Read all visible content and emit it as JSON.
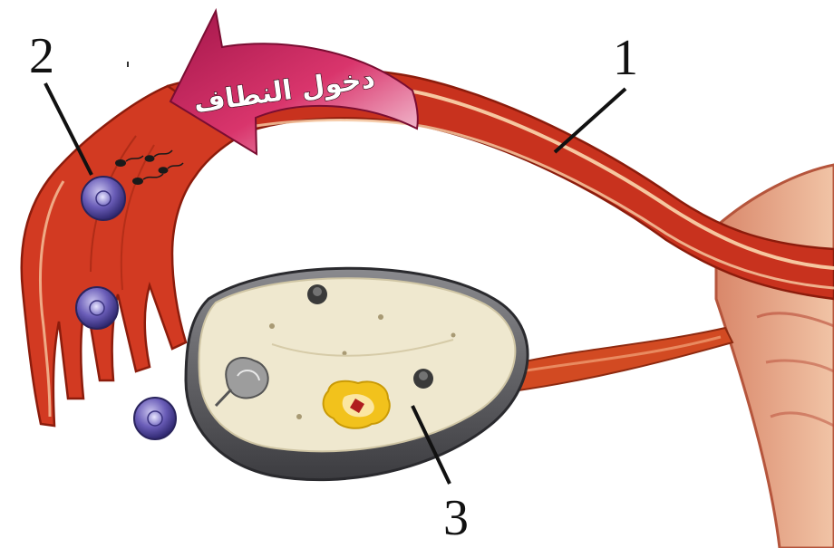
{
  "labels": {
    "tube": "1",
    "fimbriae_egg": "2",
    "ovary": "3"
  },
  "arrow": {
    "text": "دخول النطاف"
  },
  "colors": {
    "tube": "#c8321e",
    "tube_dark": "#9a1e0e",
    "tube_light": "#f6c7a0",
    "arrow": "#c81e55",
    "ovary_shell": "#56565a",
    "ovary_inner": "#efe8cf",
    "follicle": "#f2c21c",
    "egg": "#5c4fa6",
    "uterus": "#e8b08a"
  }
}
